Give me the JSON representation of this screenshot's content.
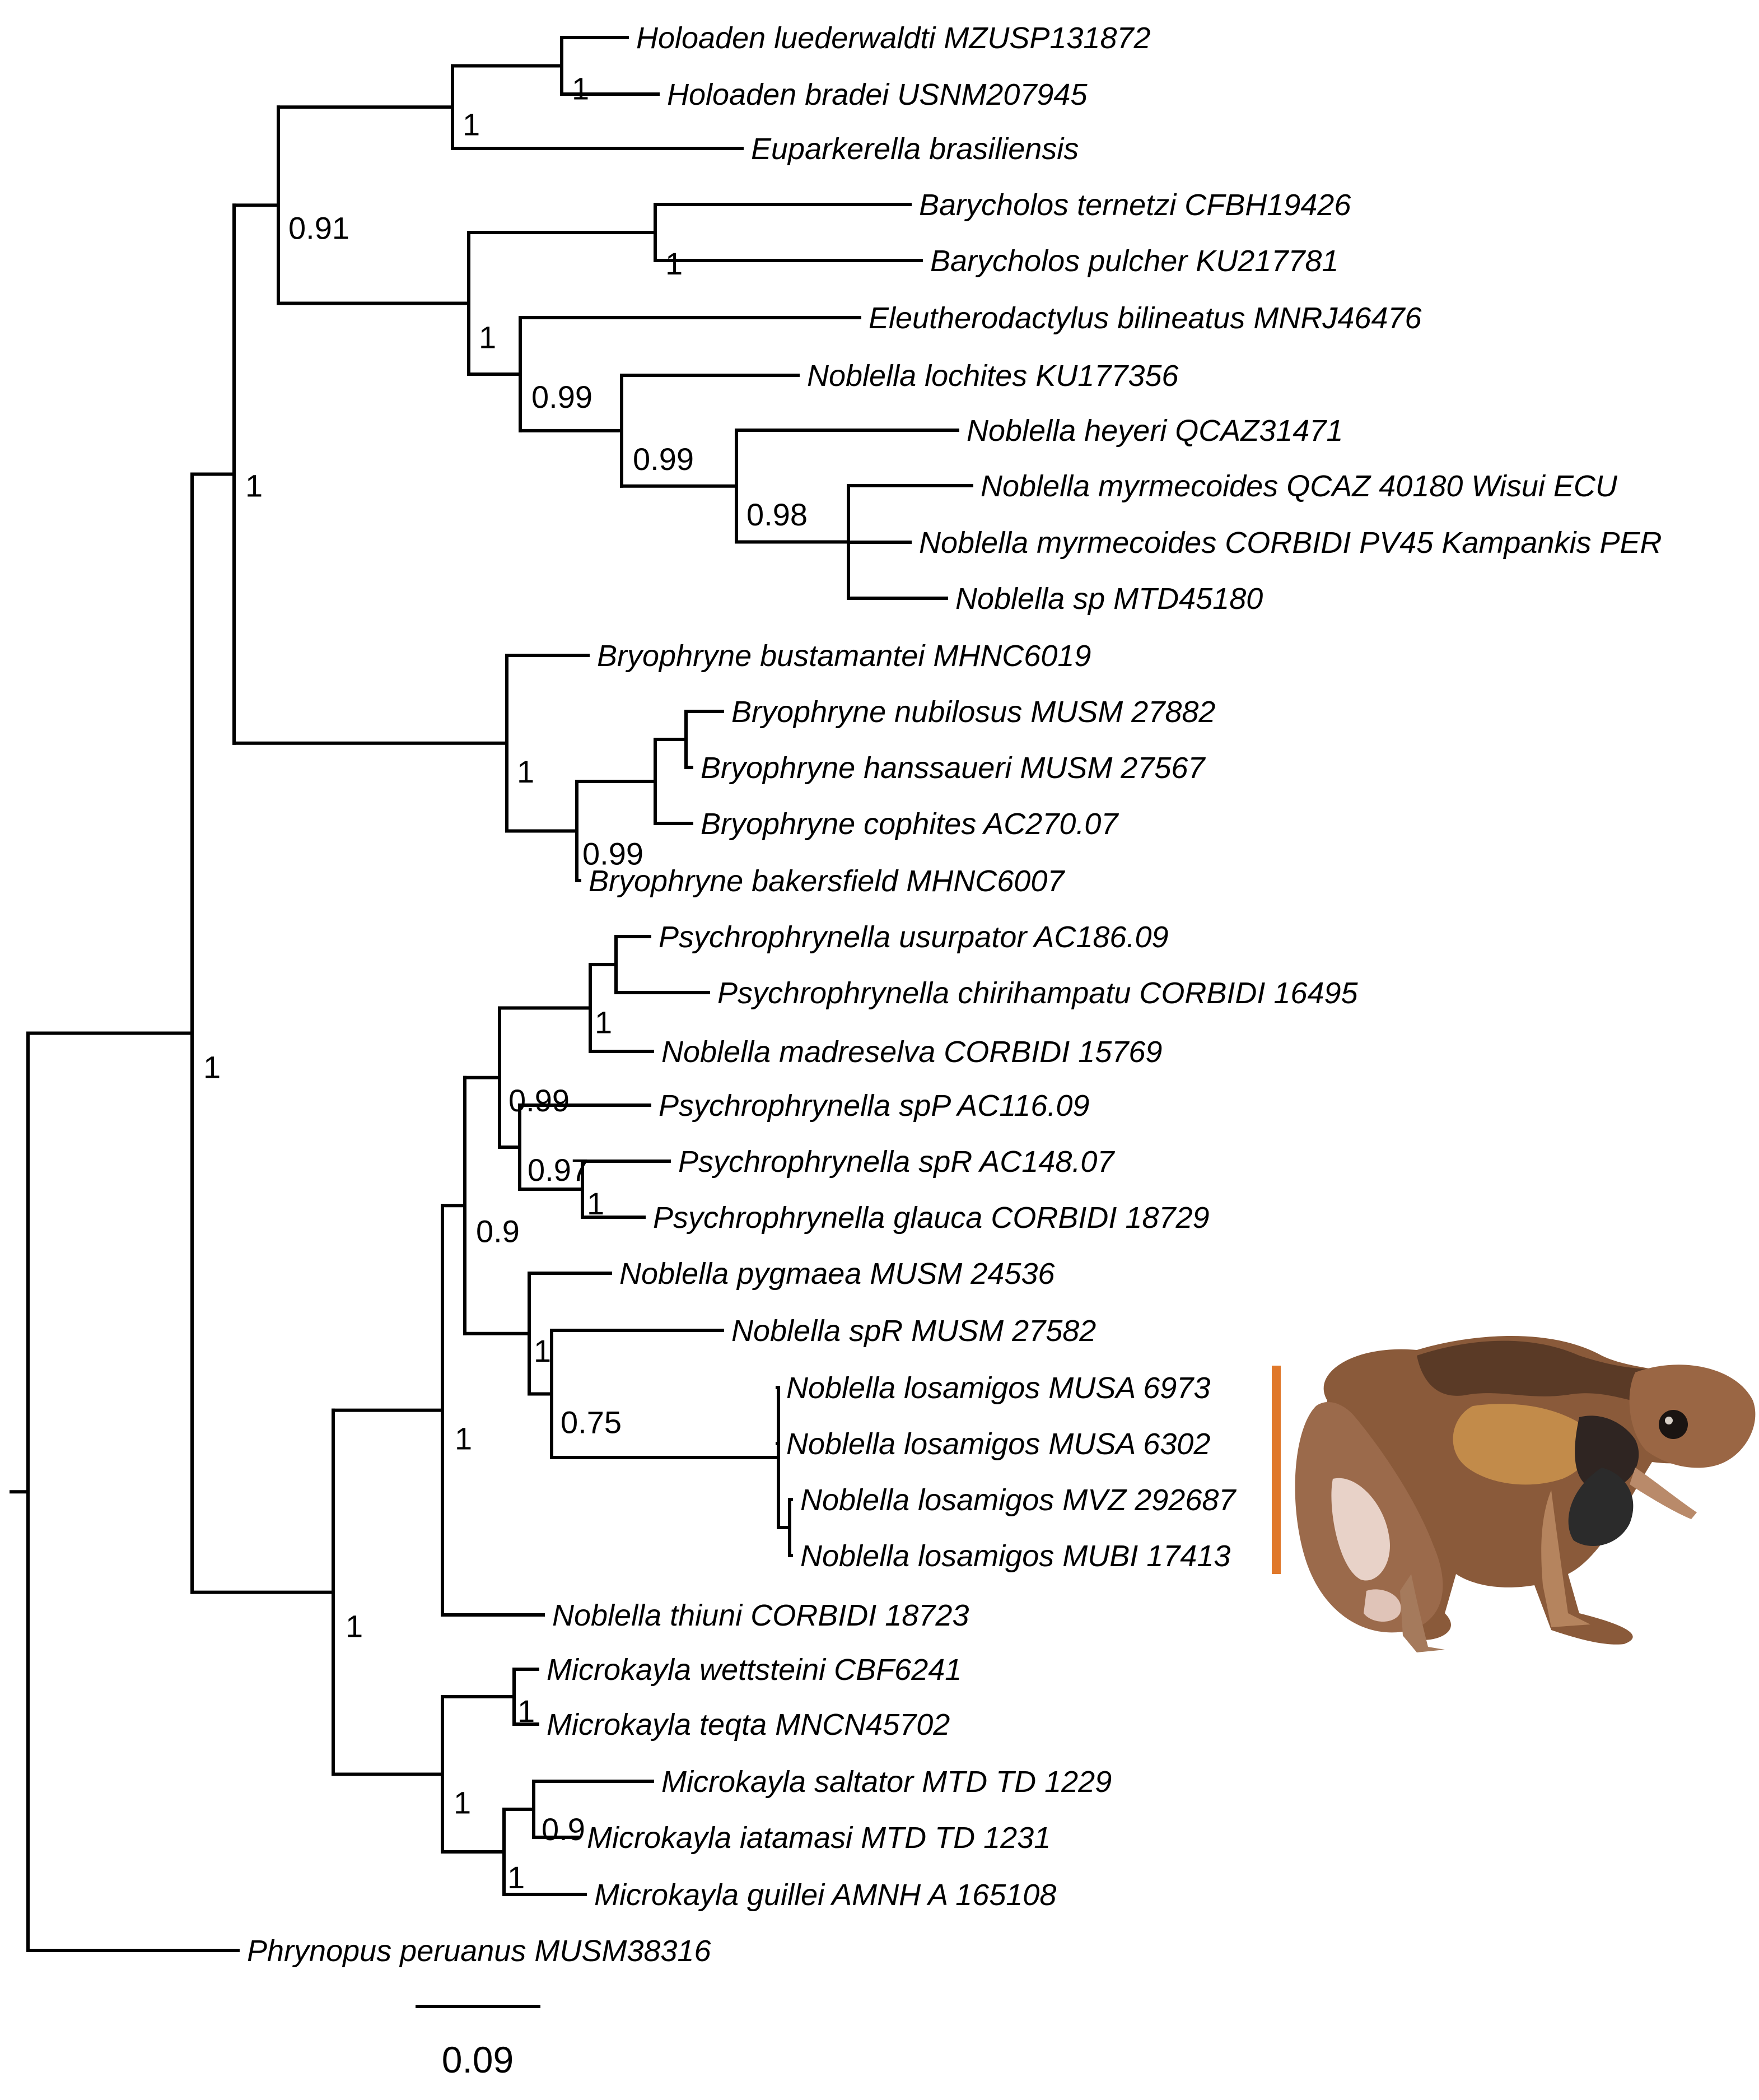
{
  "tree": {
    "nodes": {
      "root": {
        "children": [
          "main",
          "phry"
        ]
      },
      "main": {
        "children": [
          "nA",
          "nB"
        ],
        "support": "1"
      },
      "nA": {
        "children": [
          "nA1",
          "bryo"
        ],
        "support": "1"
      },
      "nA1": {
        "children": [
          "holo",
          "bary"
        ],
        "support": "0.91"
      },
      "holo": {
        "children": [
          "hol2",
          "eupa"
        ],
        "support": "1"
      },
      "hol2": {
        "children": [
          "holL",
          "holB"
        ],
        "support": "1"
      },
      "bary": {
        "children": [
          "bar2",
          "eleN"
        ],
        "support": "1"
      },
      "bar2": {
        "children": [
          "barT",
          "barP"
        ],
        "support": "1"
      },
      "eleN": {
        "children": [
          "eleB",
          "nob1"
        ],
        "support": "0.99"
      },
      "nob1": {
        "children": [
          "nobL",
          "nob2"
        ],
        "support": "0.99"
      },
      "nob2": {
        "children": [
          "nobH",
          "myr"
        ],
        "support": "0.98"
      },
      "myr": {
        "children": [
          "myrW",
          "myrK",
          "nobSp"
        ]
      },
      "bryo": {
        "children": [
          "bryB",
          "bry2"
        ],
        "support": "1"
      },
      "bry2": {
        "children": [
          "bry3",
          "bryK"
        ],
        "support": "0.99"
      },
      "bry3": {
        "children": [
          "bry4",
          "bryC"
        ]
      },
      "bry4": {
        "children": [
          "bryN",
          "bryH"
        ]
      },
      "nB": {
        "children": [
          "big",
          "micro"
        ],
        "support": "1"
      },
      "big": {
        "children": [
          "psy",
          "nobT"
        ],
        "support": "1"
      },
      "psy": {
        "children": [
          "psyA",
          "nobG"
        ],
        "support": "0.9"
      },
      "psyA": {
        "children": [
          "psyB",
          "psyD"
        ],
        "support": "0.99"
      },
      "psyB": {
        "children": [
          "psyC",
          "nobM"
        ],
        "support": "1"
      },
      "psyC": {
        "children": [
          "psyU",
          "psyCh"
        ]
      },
      "psyD": {
        "children": [
          "psyP",
          "psyE"
        ],
        "support": "0.97"
      },
      "psyE": {
        "children": [
          "psyR",
          "psyG"
        ],
        "support": "1"
      },
      "nobG": {
        "children": [
          "nobPy",
          "nobG2"
        ],
        "support": "1"
      },
      "nobG2": {
        "children": [
          "nobR",
          "losA"
        ],
        "support": "0.75"
      },
      "losA": {
        "children": [
          "los1",
          "los2",
          "losB"
        ]
      },
      "losB": {
        "children": [
          "los3",
          "los4"
        ]
      },
      "micro": {
        "children": [
          "mic1",
          "mic2"
        ],
        "support": "1"
      },
      "mic1": {
        "children": [
          "micW",
          "micT"
        ],
        "support": "1"
      },
      "mic2": {
        "children": [
          "mic3",
          "micG"
        ],
        "support": "1"
      },
      "mic3": {
        "children": [
          "micS",
          "micI"
        ],
        "support": "0.9"
      }
    },
    "tips": {
      "holL": "Holoaden luederwaldti MZUSP131872",
      "holB": "Holoaden bradei USNM207945",
      "eupa": "Euparkerella brasiliensis",
      "barT": "Barycholos ternetzi CFBH19426",
      "barP": "Barycholos pulcher KU217781",
      "eleB": "Eleutherodactylus bilineatus MNRJ46476",
      "nobL": "Noblella lochites KU177356",
      "nobH": "Noblella heyeri QCAZ31471",
      "myrW": "Noblella myrmecoides QCAZ 40180 Wisui ECU",
      "myrK": "Noblella myrmecoides CORBIDI PV45 Kampankis PER",
      "nobSp": "Noblella sp MTD45180",
      "bryB": "Bryophryne bustamantei MHNC6019",
      "bryN": "Bryophryne nubilosus MUSM 27882",
      "bryH": "Bryophryne hanssaueri MUSM 27567",
      "bryC": "Bryophryne cophites AC270.07",
      "bryK": "Bryophryne bakersfield MHNC6007",
      "psyU": "Psychrophrynella usurpator AC186.09",
      "psyCh": "Psychrophrynella chirihampatu CORBIDI 16495",
      "nobM": "Noblella madreselva CORBIDI 15769",
      "psyP": "Psychrophrynella spP AC116.09",
      "psyR": "Psychrophrynella spR AC148.07",
      "psyG": "Psychrophrynella glauca CORBIDI 18729",
      "nobPy": "Noblella pygmaea MUSM 24536",
      "nobR": "Noblella spR MUSM 27582",
      "los1": "Noblella losamigos MUSA 6973",
      "los2": "Noblella losamigos MUSA 6302",
      "los3": "Noblella losamigos MVZ 292687",
      "los4": "Noblella losamigos MUBI 17413",
      "nobT": "Noblella thiuni CORBIDI 18723",
      "micW": "Microkayla wettsteini CBF6241",
      "micT": "Microkayla teqta MNCN45702",
      "micS": "Microkayla saltator MTD TD 1229",
      "micI": "Microkayla iatamasi MTD TD 1231",
      "micG": "Microkayla guillei AMNH A 165108",
      "phry": "Phrynopus peruanus MUSM38316"
    }
  },
  "scale_bar": {
    "label": "0.09"
  },
  "highlight": {
    "color": "#E0782A",
    "clade": "Noblella losamigos"
  },
  "photo": {
    "subject": "frog-photo"
  }
}
